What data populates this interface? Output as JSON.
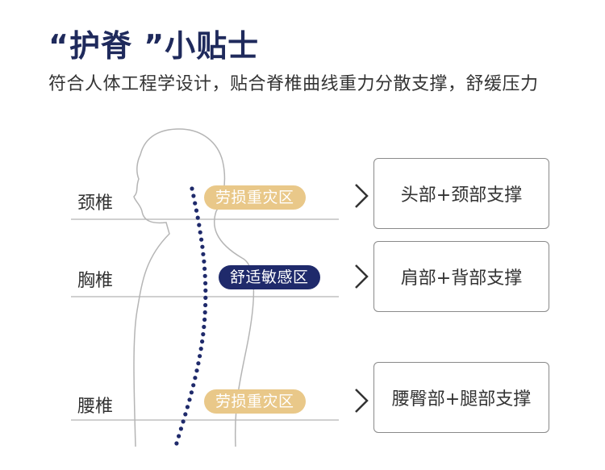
{
  "header": {
    "title": "“护脊 ”小贴士",
    "subtitle": "符合人体工程学设计，贴合脊椎曲线重力分散支撑，舒缓压力"
  },
  "zones": [
    {
      "label": "颈椎",
      "pill": "劳损重灾区",
      "pill_type": "strain",
      "support": "头部+颈部支撑"
    },
    {
      "label": "胸椎",
      "pill": "舒适敏感区",
      "pill_type": "comfort",
      "support": "肩部+背部支撑"
    },
    {
      "label": "腰椎",
      "pill": "劳损重灾区",
      "pill_type": "strain",
      "support": "腰臀部+腿部支撑"
    }
  ],
  "colors": {
    "title": "#1f2a5c",
    "strain_pill": "#e9c889",
    "comfort_pill": "#1f2a6b",
    "spine_dots": "#1f2a6b",
    "outline": "#b5b5b5"
  },
  "icons": {
    "arrow": "chevron-right-icon"
  }
}
